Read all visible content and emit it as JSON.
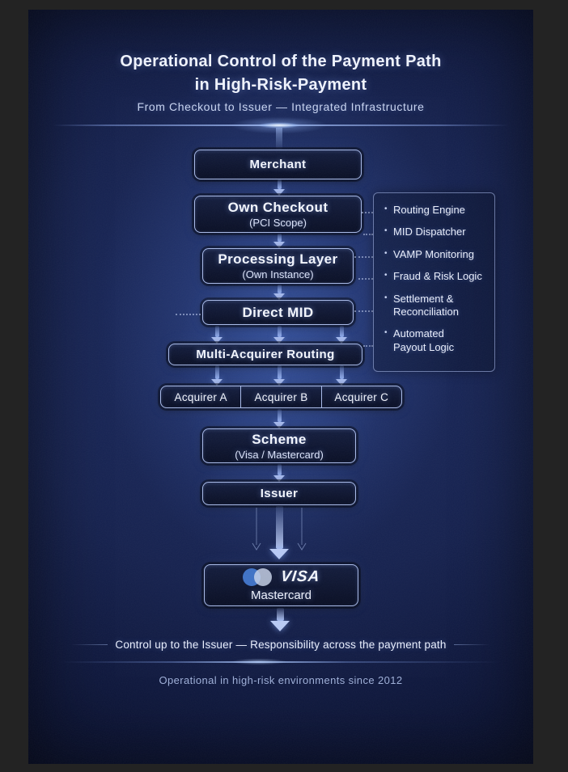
{
  "header": {
    "title_line1": "Operational Control of the Payment Path",
    "title_line2": "in High-Risk-Payment",
    "subtitle": "From Checkout to Issuer — Integrated Infrastructure"
  },
  "flow": {
    "merchant": "Merchant",
    "own_checkout": {
      "title": "Own Checkout",
      "subtitle": "(PCI Scope)"
    },
    "processing_layer": {
      "title": "Processing Layer",
      "subtitle": "(Own Instance)"
    },
    "direct_mid": "Direct MID",
    "multi_acquirer_routing": "Multi-Acquirer Routing",
    "acquirers": [
      "Acquirer A",
      "Acquirer B",
      "Acquirer C"
    ],
    "scheme": {
      "title": "Scheme",
      "subtitle": "(Visa / Mastercard)"
    },
    "issuer": "Issuer",
    "brands": {
      "visa": "VISA",
      "mastercard": "Mastercard"
    }
  },
  "side_panel": {
    "items": [
      "Routing Engine",
      "MID Dispatcher",
      "VAMP Monitoring",
      "Fraud & Risk Logic",
      "Settlement &\nReconciliation",
      "Automated\nPayout Logic"
    ]
  },
  "footer": {
    "line1": "Control up to the Issuer — Responsibility across the payment path",
    "line2": "Operational in high-risk environments since 2012"
  },
  "colors": {
    "frame": "#232323",
    "background_navy": "#16224f",
    "box_border": "#a9bbea",
    "arrow": "#aabef2",
    "text": "#f4f7ff",
    "visa_circle_left": "#3f72c6",
    "visa_circle_right": "#cbd5ec"
  }
}
